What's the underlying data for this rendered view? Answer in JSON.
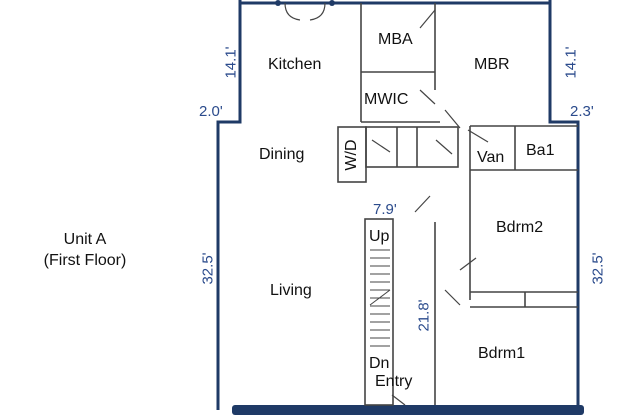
{
  "rooms": {
    "mba": "MBA",
    "kitchen": "Kitchen",
    "mbr": "MBR",
    "mwic": "MWIC",
    "dining": "Dining",
    "wd": "W/D",
    "van": "Van",
    "ba1": "Ba1",
    "bdrm2": "Bdrm2",
    "living": "Living",
    "up": "Up",
    "dn": "Dn",
    "entry": "Entry",
    "bdrm1": "Bdrm1"
  },
  "unit": {
    "line1": "Unit A",
    "line2": "(First Floor)"
  },
  "dimensions": {
    "left_upper": "14.1'",
    "right_upper": "14.1'",
    "left_step": "2.0'",
    "right_step": "2.3'",
    "stair_width": "7.9'",
    "left_lower": "32.5'",
    "right_lower": "32.5'",
    "stair_length": "21.8'"
  },
  "colors": {
    "wall": "#1f3a66",
    "inner_wall": "#444444",
    "dimension_text": "#2b4b8c"
  }
}
